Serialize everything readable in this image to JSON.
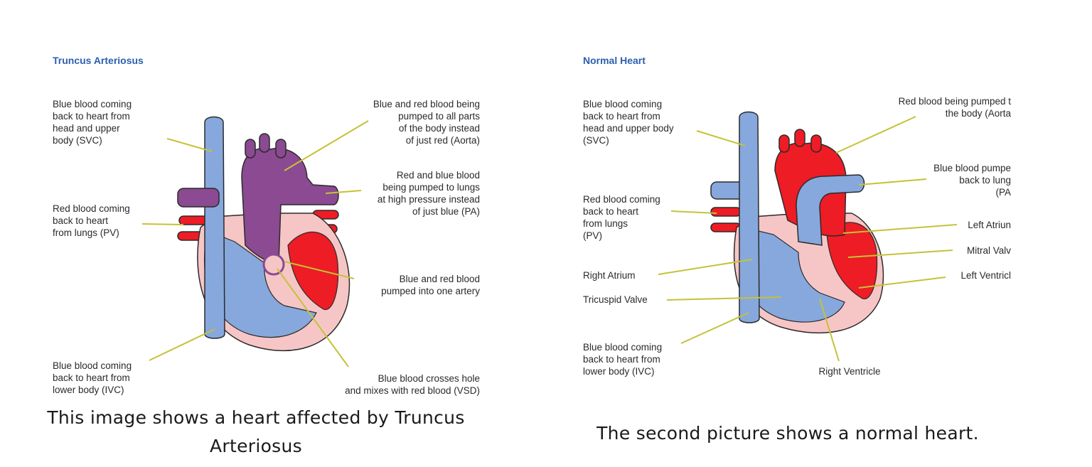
{
  "left": {
    "title": "Truncus Arteriosus",
    "labels": {
      "svc": "Blue blood coming\nback to heart from\nhead and upper\nbody (SVC)",
      "aorta": "Blue and red blood being\npumped to all parts\nof the  body instead\nof just red (Aorta)",
      "pa": "Red and blue blood\nbeing pumped to lungs\nat high pressure instead\nof just blue (PA)",
      "pv": "Red blood coming\nback to heart\nfrom lungs (PV)",
      "artery": "Blue and red blood\npumped into one artery",
      "ivc": "Blue blood coming\nback to heart from\nlower body (IVC)",
      "vsd": "Blue blood crosses hole\nand mixes with red blood (VSD)"
    },
    "caption": "This image shows a heart affected by Truncus\nArteriosus"
  },
  "right": {
    "title": "Normal Heart",
    "labels": {
      "svc": "Blue blood coming\nback to heart from\nhead and upper body\n(SVC)",
      "aorta": "Red blood being pumped t\nthe body (Aorta",
      "pa": "Blue blood pumpe\nback to lung\n(PA",
      "pv": "Red blood coming\nback to heart\nfrom lungs\n(PV)",
      "left_atrium": "Left Atriun",
      "mitral": "Mitral Valv",
      "left_ventricle": "Left Ventricl",
      "right_atrium": "Right Atrium",
      "tricuspid": "Tricuspid Valve",
      "ivc": "Blue blood coming\nback to heart from\nlower body (IVC)",
      "right_ventricle": "Right Ventricle"
    },
    "caption": "The second picture shows a normal heart."
  },
  "colors": {
    "blue": "#87a8dc",
    "purple": "#8b4a92",
    "red": "#ee1c24",
    "pink": "#f6c6c6",
    "outline": "#2b2b2b",
    "leader": "#c5c238",
    "title": "#2b5fae"
  }
}
